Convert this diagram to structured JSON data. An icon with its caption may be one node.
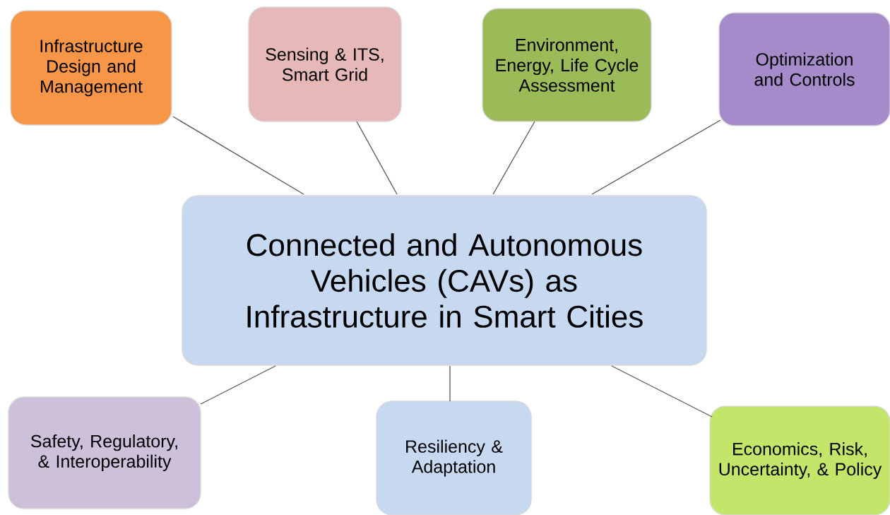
{
  "diagram": {
    "nodes": [
      {
        "text": [
          "Connected and Autonomous Vehicles (CAVs) as Infrastructure in Smart Cities"
        ]
      },
      {
        "text": [
          "Infrastructure Design and Management"
        ]
      },
      {
        "text": [
          "Sensing & ITS, Smart Grid"
        ]
      },
      {
        "text": [
          "Environment, Energy, Life Cycle Assessment"
        ]
      },
      {
        "text": [
          "Optimization and Controls"
        ]
      },
      {
        "text": [
          "Safety, Regulatory, & Interoperability"
        ]
      },
      {
        "text": [
          "Resiliency & Adaptation"
        ]
      },
      {
        "text": [
          "Economics, Risk, Uncertainty, & Policy"
        ]
      }
    ],
    "edges": [
      {
        "from": 0,
        "to": 1,
        "arrow": "none"
      },
      {
        "from": 0,
        "to": 2,
        "arrow": "none"
      },
      {
        "from": 0,
        "to": 3,
        "arrow": "none"
      },
      {
        "from": 0,
        "to": 4,
        "arrow": "none"
      },
      {
        "from": 0,
        "to": 5,
        "arrow": "none"
      },
      {
        "from": 0,
        "to": 6,
        "arrow": "none"
      },
      {
        "from": 0,
        "to": 7,
        "arrow": "none"
      }
    ]
  }
}
